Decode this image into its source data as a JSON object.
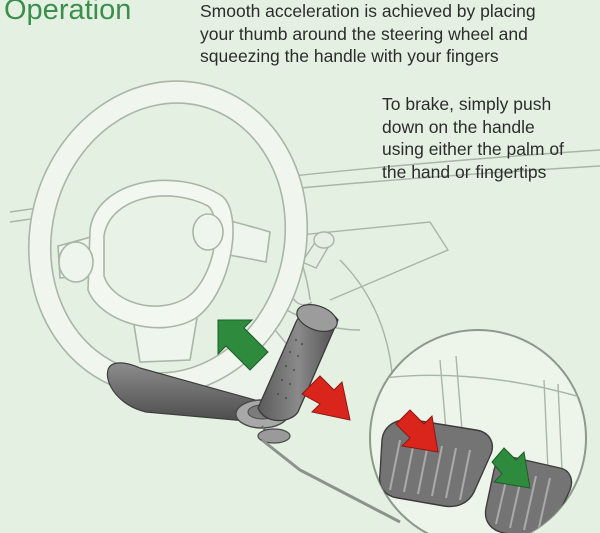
{
  "title": "Operation",
  "captions": {
    "accelerate": [
      "Smooth acceleration is achieved by placing",
      "your thumb around the steering wheel and",
      "squeezing the handle with your fingers"
    ],
    "brake": [
      "To brake, simply push",
      "down on the handle",
      "using either the palm of",
      "the hand or fingertips"
    ]
  },
  "colors": {
    "background": "#e4f1e2",
    "title": "#3c8e4c",
    "accelerate_arrow": "#2e8a3c",
    "brake_arrow": "#d9251c",
    "handle": "#6e6e6e",
    "pedal": "#747474"
  },
  "icons": {
    "accelerate_arrow": "green-arrow-icon",
    "brake_arrow": "red-arrow-icon"
  }
}
